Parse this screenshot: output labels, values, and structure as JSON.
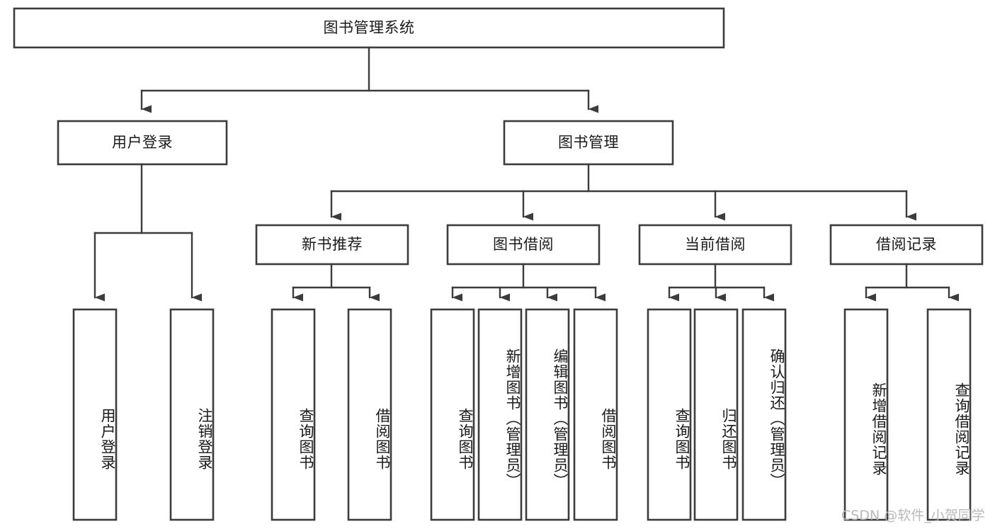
{
  "diagram": {
    "type": "tree-hierarchy",
    "title": "图书管理系统",
    "orientation": "top-down",
    "colors": {
      "box_stroke": "#3c3c3c",
      "box_fill": "#ffffff",
      "connector": "#3c3c3c",
      "text": "#1a1a1a",
      "background": "#ffffff",
      "watermark": "#b9b9b9"
    },
    "root": {
      "label": "图书管理系统"
    },
    "level1": [
      {
        "label": "用户登录"
      },
      {
        "label": "图书管理"
      }
    ],
    "level2": [
      {
        "label": "新书推荐"
      },
      {
        "label": "图书借阅"
      },
      {
        "label": "当前借阅"
      },
      {
        "label": "借阅记录"
      }
    ],
    "leaves": {
      "user_login": [
        {
          "label": "用户登录"
        },
        {
          "label": "注销登录"
        }
      ],
      "new_book_recommend": [
        {
          "label": "查询图书"
        },
        {
          "label": "借阅图书"
        }
      ],
      "book_borrow": [
        {
          "label": "查询图书"
        },
        {
          "label": "新增图书（管理员）"
        },
        {
          "label": "编辑图书（管理员）"
        },
        {
          "label": "借阅图书"
        }
      ],
      "current_borrow": [
        {
          "label": "查询图书"
        },
        {
          "label": "归还图书"
        },
        {
          "label": "确认归还（管理员）"
        }
      ],
      "borrow_records": [
        {
          "label": "新增借阅记录"
        },
        {
          "label": "查询借阅记录"
        }
      ]
    },
    "watermark": "CSDN @软件_小贺同学"
  }
}
